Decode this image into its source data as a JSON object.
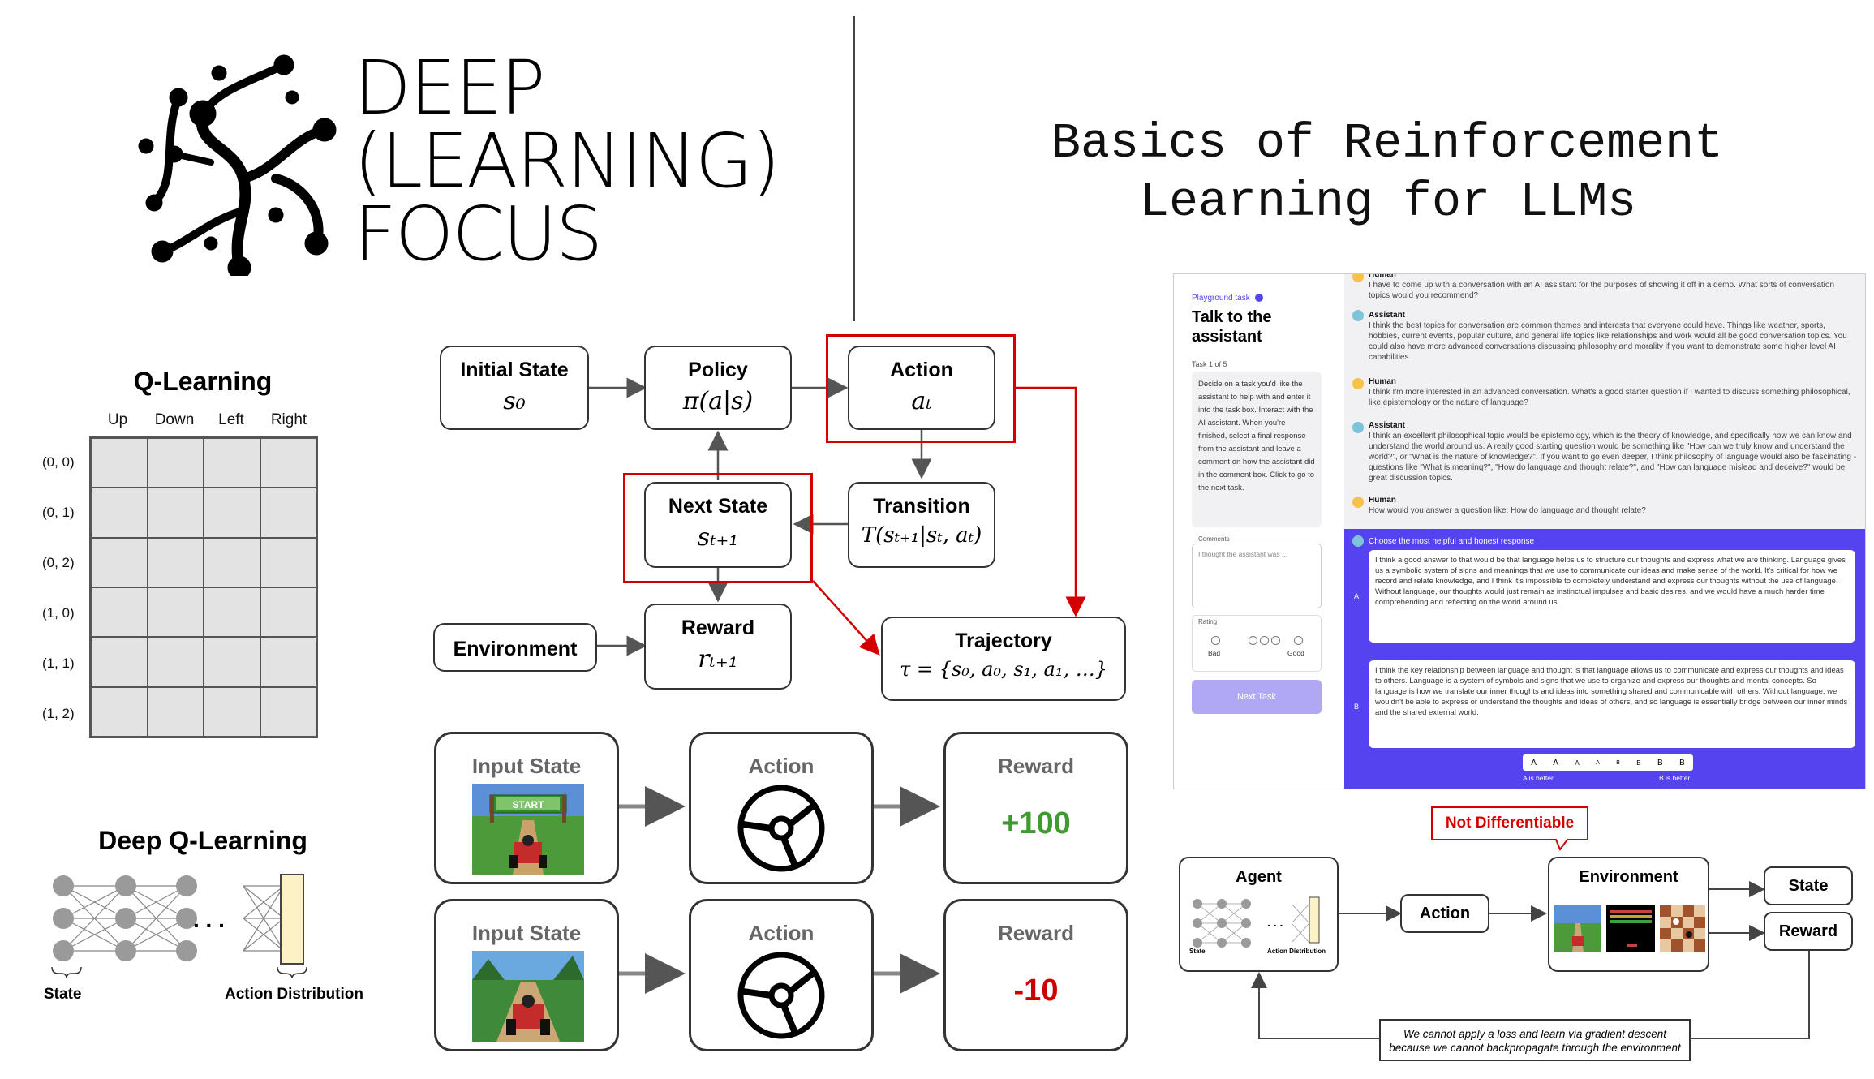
{
  "logo": {
    "line1": "DEEP",
    "line2": "(LEARNING)",
    "line3": "FOCUS"
  },
  "title": {
    "line1": "Basics of Reinforcement",
    "line2": "Learning for LLMs"
  },
  "qlearning": {
    "title": "Q-Learning",
    "columns": [
      "Up",
      "Down",
      "Left",
      "Right"
    ],
    "rows": [
      "(0, 0)",
      "(0, 1)",
      "(0, 2)",
      "(1, 0)",
      "(1, 1)",
      "(1, 2)"
    ]
  },
  "deepq": {
    "title": "Deep Q-Learning",
    "dots": ". . .",
    "state_label": "State",
    "action_label": "Action Distribution"
  },
  "mdp": {
    "initial_state": {
      "label": "Initial State",
      "math": "s₀"
    },
    "policy": {
      "label": "Policy",
      "math": "π(a|s)"
    },
    "action": {
      "label": "Action",
      "math": "aₜ"
    },
    "next_state": {
      "label": "Next State",
      "math": "sₜ₊₁"
    },
    "transition": {
      "label": "Transition",
      "math": "T(sₜ₊₁|sₜ, aₜ)"
    },
    "environment": {
      "label": "Environment"
    },
    "reward": {
      "label": "Reward",
      "math": "rₜ₊₁"
    },
    "trajectory": {
      "label": "Trajectory",
      "math": "τ = {s₀, a₀, s₁, a₁, …}"
    }
  },
  "game_rows": [
    {
      "input_label": "Input State",
      "action_label": "Action",
      "reward_label": "Reward",
      "reward_value": "+100",
      "reward_color": "#3f9a2f"
    },
    {
      "input_label": "Input State",
      "action_label": "Action",
      "reward_label": "Reward",
      "reward_value": "-10",
      "reward_color": "#cc0000"
    }
  ],
  "game_banner": "START",
  "panel": {
    "task_tag": "Playground task",
    "task_title_1": "Talk to the",
    "task_title_2": "assistant",
    "task_count": "Task 1 of 5",
    "instructions": "Decide on a task you'd like the assistant to help with and enter it into the task box. Interact with the AI assistant. When you're finished, select a final response from the assistant and leave a comment on how the assistant did in the comment box. Click to go to the next task.",
    "comments_label": "Comments",
    "comments_text": "I thought the assistant was ...",
    "rating_label": "Rating",
    "rating_bad": "Bad",
    "rating_good": "Good",
    "next_button": "Next Task",
    "chat": [
      {
        "speaker": "Human",
        "text": "I have to come up with a conversation with an AI assistant for the purposes of showing it off in a demo. What sorts of conversation topics would you recommend?"
      },
      {
        "speaker": "Assistant",
        "text": "I think the best topics for conversation are common themes and interests that everyone could have. Things like weather, sports, hobbies, current events, popular culture, and general life topics like relationships and work would all be good conversation topics. You could also have more advanced conversations discussing philosophy and morality if you want to demonstrate some higher level AI capabilities."
      },
      {
        "speaker": "Human",
        "text": "I think I'm more interested in an advanced conversation. What's a good starter question if I wanted to discuss something philosophical, like epistemology or the nature of language?"
      },
      {
        "speaker": "Assistant",
        "text": "I think an excellent philosophical topic would be epistemology, which is the theory of knowledge, and specifically how we can know and understand the world around us. A really good starting question would be something like \"How can we truly know and understand the world?\", or \"What is the nature of knowledge?\". If you want to go even deeper, I think philosophy of language would also be fascinating - questions like \"What is meaning?\", \"How do language and thought relate?\", and \"How can language mislead and deceive?\" would be great discussion topics."
      },
      {
        "speaker": "Human",
        "text": "How would you answer a question like: How do language and thought relate?"
      }
    ],
    "choose_prompt": "Choose the most helpful and honest response",
    "answer_a_tag": "A",
    "answer_a": "I think a good answer to that would be that language helps us to structure our thoughts and express what we are thinking. Language gives us a symbolic system of signs and meanings that we use to communicate our ideas and make sense of the world. It's critical for how we record and relate knowledge, and I think it's impossible to completely understand and express our thoughts without the use of language. Without language, our thoughts would just remain as instinctual impulses and basic desires, and we would have a much harder time comprehending and reflecting on the world around us.",
    "answer_b_tag": "B",
    "answer_b": "I think the key relationship between language and thought is that language allows us to communicate and express our thoughts and ideas to others. Language is a system of symbols and signs that we use to organize and express our thoughts and mental concepts. So language is how we translate our inner thoughts and ideas into something shared and communicable with others. Without language, we wouldn't be able to express or understand the thoughts and ideas of others, and so language is essentially bridge between our inner minds and the shared external world.",
    "scale": [
      "A",
      "A",
      "A",
      "A",
      "B",
      "B",
      "B",
      "B"
    ],
    "a_better": "A is better",
    "b_better": "B is better"
  },
  "agent_diagram": {
    "callout": "Not Differentiable",
    "agent": "Agent",
    "agent_state": "State",
    "agent_action": "Action Distribution",
    "action": "Action",
    "environment": "Environment",
    "state": "State",
    "reward": "Reward",
    "note_line1": "We cannot apply a loss and learn via gradient descent",
    "note_line2": "because we cannot backpropagate through the environment"
  },
  "colors": {
    "red": "#d40000",
    "purple": "#5643f0",
    "light_purple": "#b1a8f5",
    "cell": "#e3e3e3",
    "bar": "#fdf2c6",
    "game_green": "#3f9a2f"
  }
}
